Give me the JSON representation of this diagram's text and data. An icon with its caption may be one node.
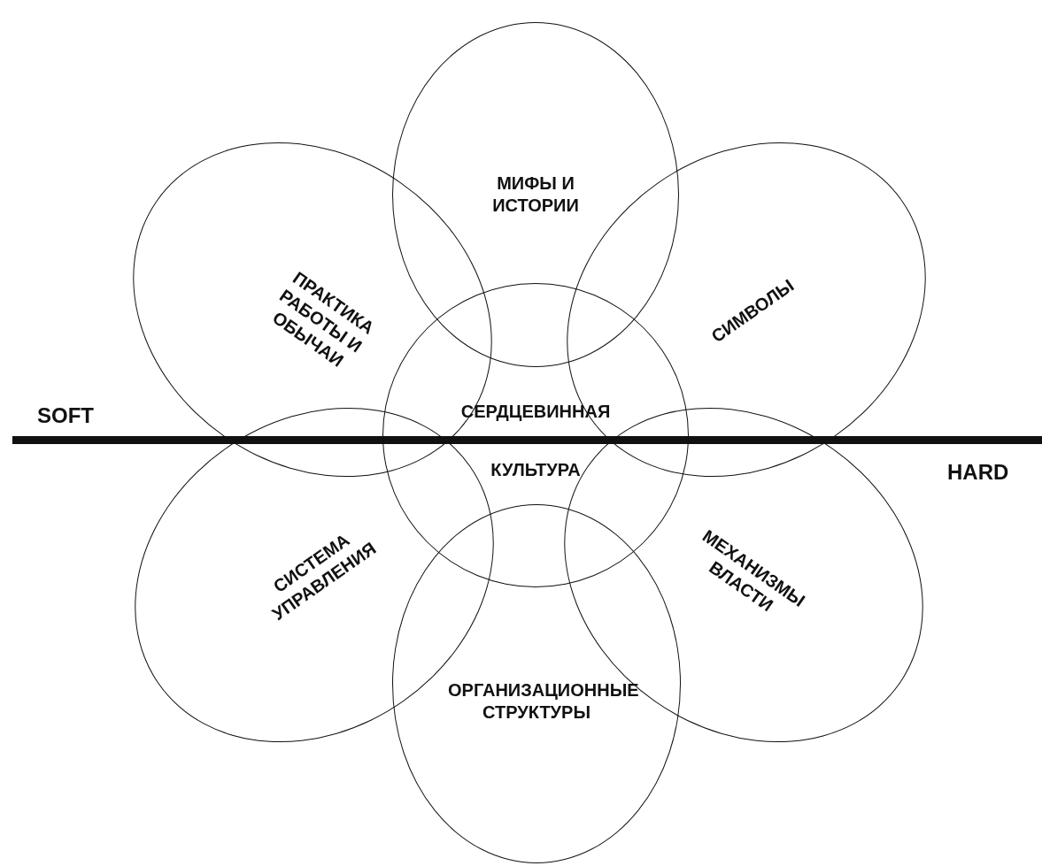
{
  "diagram": {
    "nodes": [
      {
        "text": [
          "МИФЫ И ИСТОРИИ"
        ]
      },
      {
        "text": [
          "ПРАКТИКА РАБОТЫ И ОБЫЧАИ"
        ]
      },
      {
        "text": [
          "СИМВОЛЫ"
        ]
      },
      {
        "text": [
          "СЕРДЦЕВИННАЯ КУЛЬТУРА"
        ]
      },
      {
        "text": [
          "СИСТЕМА УПРАВЛЕНИЯ"
        ]
      },
      {
        "text": [
          "МЕХАНИЗМЫ ВЛАСТИ"
        ]
      },
      {
        "text": [
          "ОРГАНИЗАЦИОННЫЕ СТРУКТУРЫ"
        ]
      }
    ],
    "labels": [
      "SOFT",
      "HARD"
    ]
  }
}
